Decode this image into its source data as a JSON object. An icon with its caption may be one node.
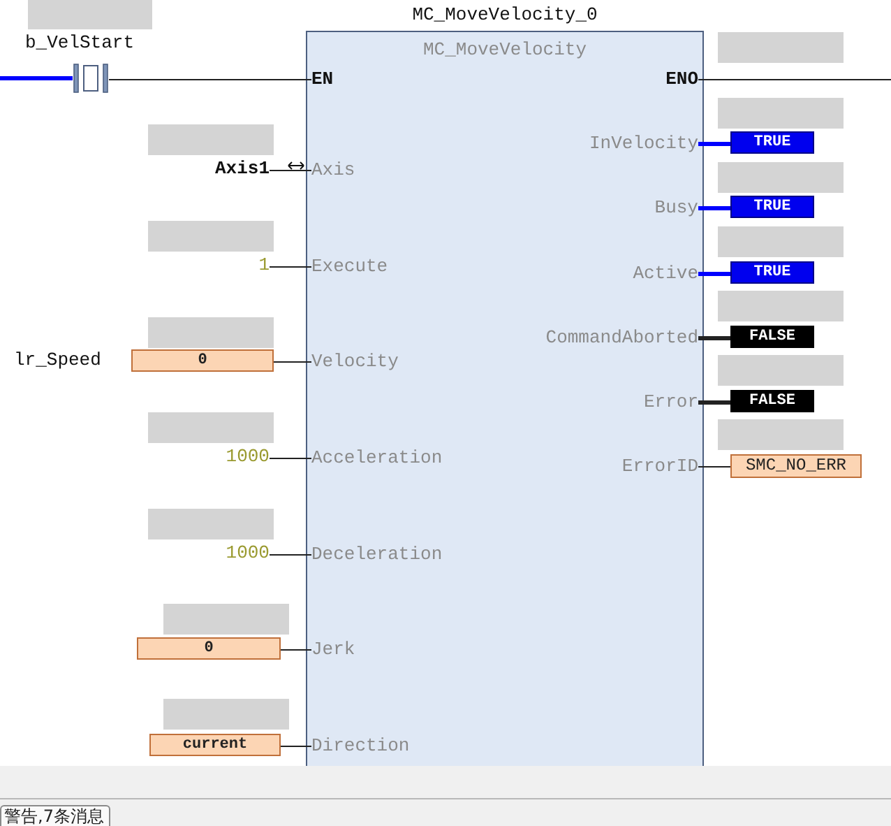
{
  "diagram": {
    "nodes": [
      {
        "text": [
          "MC_MoveVelocity_0",
          "MC_MoveVelocity"
        ]
      },
      {
        "text": [
          "EN"
        ],
        "in": 0
      },
      {
        "text": [
          "Axis"
        ],
        "in": 0
      },
      {
        "text": [
          "Execute"
        ],
        "in": 0
      },
      {
        "text": [
          "Velocity"
        ],
        "in": 0
      },
      {
        "text": [
          "Acceleration"
        ],
        "in": 0
      },
      {
        "text": [
          "Deceleration"
        ],
        "in": 0
      },
      {
        "text": [
          "Jerk"
        ],
        "in": 0
      },
      {
        "text": [
          "Direction"
        ],
        "in": 0
      },
      {
        "text": [
          "ENO"
        ],
        "in": 0
      },
      {
        "text": [
          "InVelocity"
        ],
        "in": 0
      },
      {
        "text": [
          "Busy"
        ],
        "in": 0
      },
      {
        "text": [
          "Active"
        ],
        "in": 0
      },
      {
        "text": [
          "CommandAborted"
        ],
        "in": 0
      },
      {
        "text": [
          "Error"
        ],
        "in": 0
      },
      {
        "text": [
          "ErrorID"
        ],
        "in": 0
      },
      {
        "text": [],
        "shape": "contact",
        "beside": [
          "b_VelStart"
        ]
      },
      {
        "text": [
          "Axis1"
        ]
      },
      {
        "text": [
          "1"
        ]
      },
      {
        "text": [
          "0"
        ],
        "beside": [
          "lr_Speed"
        ]
      },
      {
        "text": [
          "1000"
        ]
      },
      {
        "text": [
          "1000"
        ]
      },
      {
        "text": [
          "0"
        ]
      },
      {
        "text": [
          "current"
        ]
      },
      {
        "text": [
          "TRUE"
        ]
      },
      {
        "text": [
          "TRUE"
        ]
      },
      {
        "text": [
          "TRUE"
        ]
      },
      {
        "text": [
          "FALSE"
        ]
      },
      {
        "text": [
          "FALSE"
        ]
      },
      {
        "text": [
          "SMC_NO_ERR"
        ]
      }
    ],
    "edges": [
      {
        "from": null,
        "to": 16,
        "arrow": "none",
        "style": "thick",
        "color": "#0000ff"
      },
      {
        "from": 16,
        "to": 1,
        "arrow": "none"
      },
      {
        "from": 17,
        "to": 2,
        "arrow": "none"
      },
      {
        "from": 18,
        "to": 3,
        "arrow": "none"
      },
      {
        "from": 19,
        "to": 4,
        "arrow": "none"
      },
      {
        "from": 20,
        "to": 5,
        "arrow": "none"
      },
      {
        "from": 21,
        "to": 6,
        "arrow": "none"
      },
      {
        "from": 22,
        "to": 7,
        "arrow": "none"
      },
      {
        "from": 23,
        "to": 8,
        "arrow": "none"
      },
      {
        "from": 9,
        "to": null,
        "arrow": "none"
      },
      {
        "from": 10,
        "to": 24,
        "arrow": "none",
        "style": "thick",
        "color": "#0000ff"
      },
      {
        "from": 11,
        "to": 25,
        "arrow": "none",
        "style": "thick",
        "color": "#0000ff"
      },
      {
        "from": 12,
        "to": 26,
        "arrow": "none",
        "style": "thick",
        "color": "#0000ff"
      },
      {
        "from": 13,
        "to": 27,
        "arrow": "none",
        "style": "thick"
      },
      {
        "from": 14,
        "to": 28,
        "arrow": "none",
        "style": "thick"
      },
      {
        "from": 15,
        "to": 29,
        "arrow": "none"
      }
    ],
    "labels": [
      "警告,7条消息"
    ]
  }
}
